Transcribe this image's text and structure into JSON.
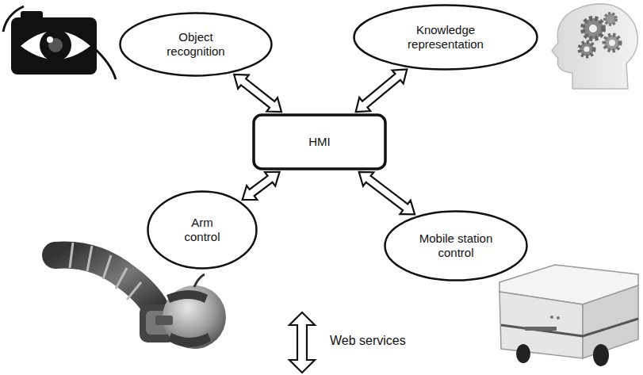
{
  "diagram": {
    "nodes": [
      {
        "text": [
          "Object recognition"
        ]
      },
      {
        "text": [
          "Knowledge representation"
        ]
      },
      {
        "text": [
          "HMI"
        ]
      },
      {
        "text": [
          "Arm control"
        ]
      },
      {
        "text": [
          "Mobile station control"
        ]
      }
    ],
    "edges": [
      {
        "from": 2,
        "to": 0,
        "arrow": "both"
      },
      {
        "from": 2,
        "to": 1,
        "arrow": "both"
      },
      {
        "from": 2,
        "to": 3,
        "arrow": "both"
      },
      {
        "from": 2,
        "to": 4,
        "arrow": "both"
      }
    ],
    "labels": [
      "Web services"
    ]
  }
}
